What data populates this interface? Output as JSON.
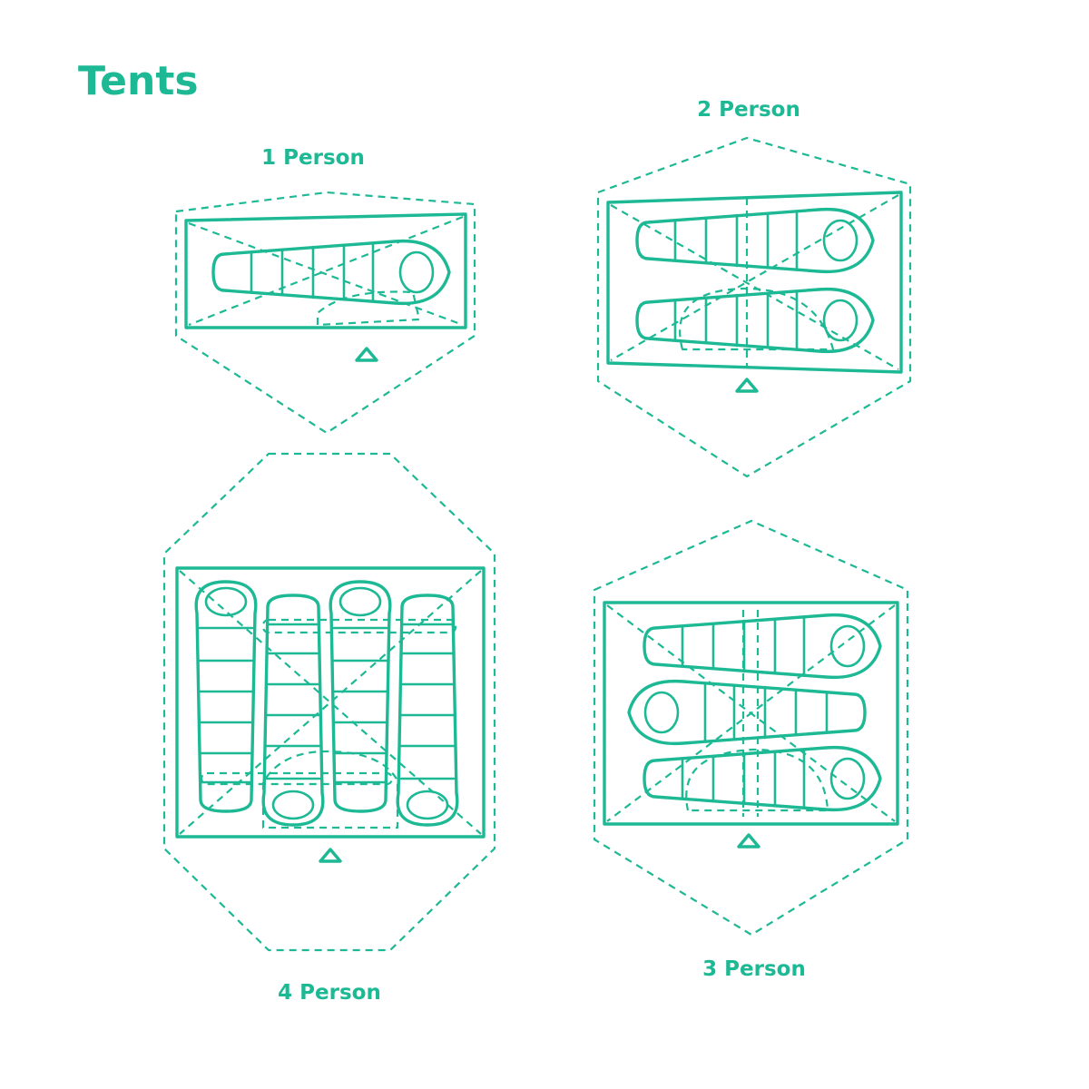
{
  "page": {
    "title": "Tents",
    "accent_color": "#1db894"
  },
  "diagrams": [
    {
      "label": "1 Person",
      "sleeping_bags": 1
    },
    {
      "label": "2 Person",
      "sleeping_bags": 2
    },
    {
      "label": "4 Person",
      "sleeping_bags": 4
    },
    {
      "label": "3 Person",
      "sleeping_bags": 3
    }
  ],
  "icons": {
    "door_marker": "triangle-door-icon",
    "sleeping_bag": "sleeping-bag-icon"
  }
}
